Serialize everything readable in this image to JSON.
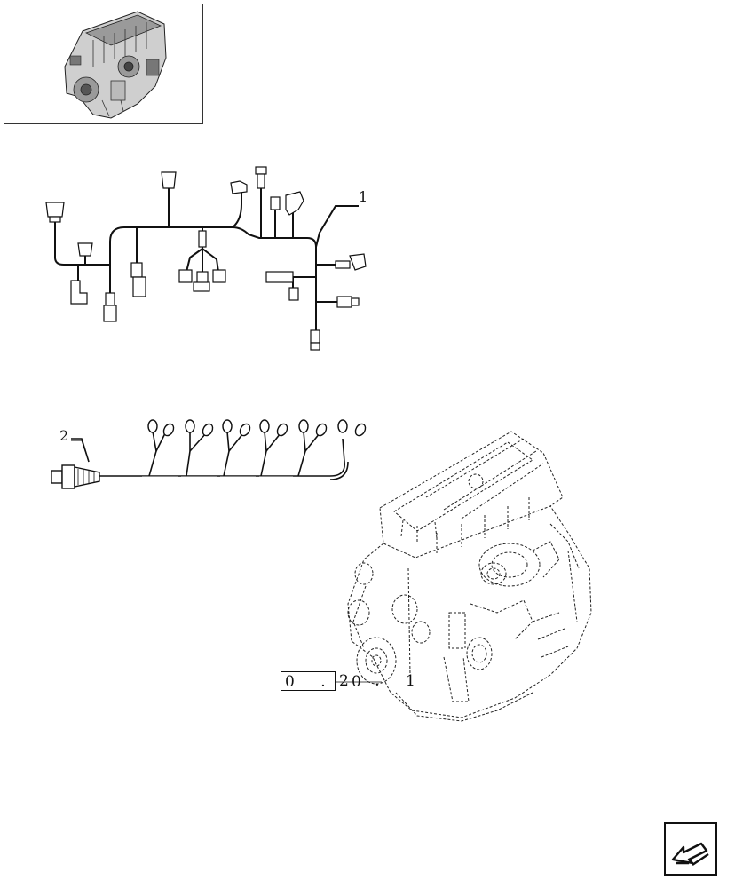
{
  "callouts": {
    "harness_1": "1",
    "harness_2": "2"
  },
  "reference": {
    "boxed": "0 . 0",
    "tail": "2 . 1"
  },
  "icons": {
    "thumbnail": "engine-thumbnail-icon",
    "navigation": "next-page-arrow-icon"
  },
  "colors": {
    "line": "#111111",
    "background": "#ffffff"
  }
}
